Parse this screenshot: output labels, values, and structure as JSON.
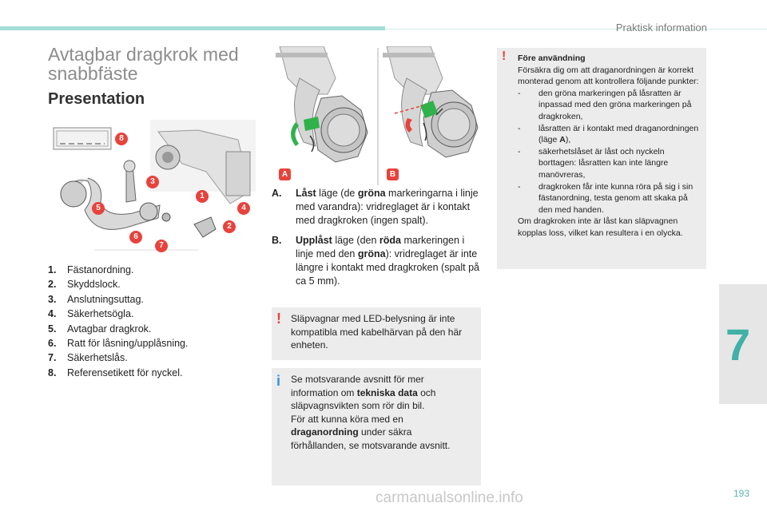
{
  "header": {
    "section": "Praktisk information"
  },
  "page": {
    "title": "Avtagbar dragkrok med snabbfäste",
    "subtitle": "Presentation",
    "chapter": "7",
    "page_number": "193",
    "watermark": "carmanualsonline.info"
  },
  "legend": [
    {
      "num": "1.",
      "text": "Fästanordning."
    },
    {
      "num": "2.",
      "text": "Skyddslock."
    },
    {
      "num": "3.",
      "text": "Anslutningsuttag."
    },
    {
      "num": "4.",
      "text": "Säkerhetsögla."
    },
    {
      "num": "5.",
      "text": "Avtagbar dragkrok."
    },
    {
      "num": "6.",
      "text": "Ratt för låsning/upplåsning."
    },
    {
      "num": "7.",
      "text": "Säkerhetslås."
    },
    {
      "num": "8.",
      "text": "Referensetikett för nyckel."
    }
  ],
  "callouts": [
    "1",
    "2",
    "3",
    "4",
    "5",
    "6",
    "7",
    "8"
  ],
  "positions": {
    "a": {
      "tag": "A",
      "key": "A.",
      "label": "Låst",
      "t1": " läge (de ",
      "em": "gröna",
      "t2": " markeringarna i linje med varandra): vridreglaget är i kontakt med dragkroken (ingen spalt)."
    },
    "b": {
      "tag": "B",
      "key": "B.",
      "label": "Upplåst",
      "t1": " läge (den ",
      "em1": "röda",
      "t2": " markeringen i linje med den ",
      "em2": "gröna",
      "t3": "): vridreglaget är inte längre i kontakt med dragkroken (spalt på ca 5 mm)."
    }
  },
  "warning_led": "Släpvagnar med LED-belysning är inte kompatibla med kabelhärvan på den här enheten.",
  "info": {
    "t1": "Se motsvarande avsnitt för mer information om ",
    "b1": "tekniska data",
    "t2": " och släpvagnsvikten som rör din bil.",
    "t3": "För att kunna köra med en ",
    "b2": "draganordning",
    "t4": " under säkra förhållanden, se motsvarande avsnitt."
  },
  "before_use": {
    "title": "Före användning",
    "intro": "Försäkra dig om att draganordningen är korrekt monterad genom att kontrollera följande punkter:",
    "items": [
      {
        "text": "den gröna markeringen på låsratten är inpassad med den gröna markeringen på dragkroken,"
      },
      {
        "pre": "låsratten är i kontakt med draganordningen (läge ",
        "b": "A",
        "post": "),"
      },
      {
        "text": "säkerhetslåset är låst och nyckeln borttagen: låsratten kan inte längre manövreras,"
      },
      {
        "text": "dragkroken får inte kunna röra på sig i sin fästanordning, testa genom att skaka på den med handen."
      }
    ],
    "outro": "Om dragkroken inte är låst kan släpvagnen kopplas loss, vilket kan resultera i en olycka."
  },
  "colors": {
    "accent": "#3fb1a7",
    "callout_red": "#e8423c",
    "warning_red": "#e8423c",
    "info_blue": "#3a8fd9",
    "green_mark": "#2fb24a"
  }
}
